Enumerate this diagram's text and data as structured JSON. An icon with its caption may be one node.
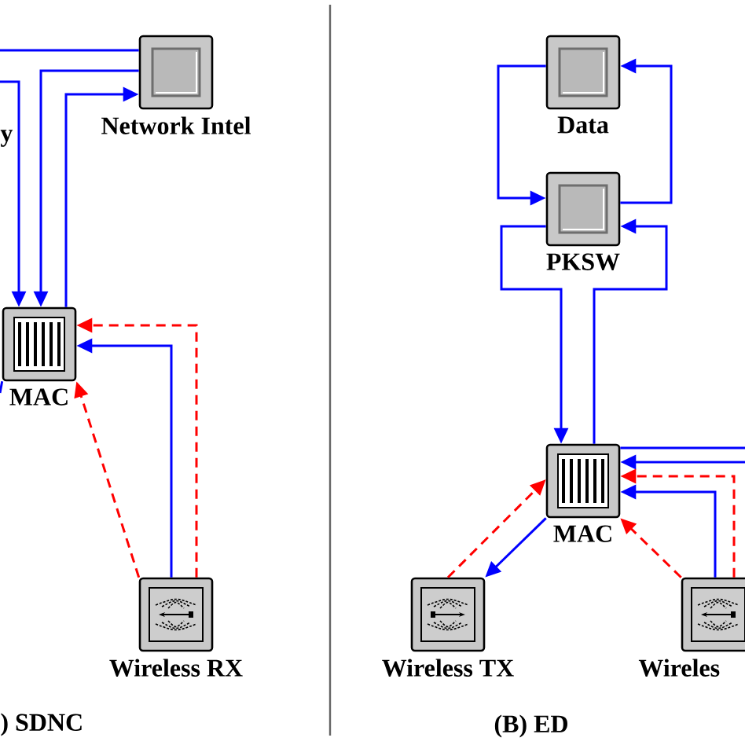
{
  "diagram": {
    "nodes": [
      {
        "text": [
          "Network Intel"
        ]
      },
      {
        "text": [
          "MAC"
        ]
      },
      {
        "text": [
          "Wireless RX"
        ]
      },
      {
        "text": [
          "Data"
        ]
      },
      {
        "text": [
          "PKSW"
        ]
      },
      {
        "text": [
          "MAC"
        ]
      },
      {
        "text": [
          "Wireless TX"
        ]
      },
      {
        "text": [
          "Wireles"
        ]
      }
    ],
    "edges": [
      {
        "from": 0,
        "to": null,
        "arrow": "none"
      },
      {
        "from": null,
        "to": 1,
        "arrow": "to"
      },
      {
        "from": 0,
        "to": 1,
        "arrow": "to"
      },
      {
        "from": 1,
        "to": 0,
        "arrow": "to"
      },
      {
        "from": 2,
        "to": 1,
        "arrow": "to",
        "style": "dashed",
        "color": "#ff0000"
      },
      {
        "from": 2,
        "to": 1,
        "arrow": "to"
      },
      {
        "from": 2,
        "to": 1,
        "arrow": "to",
        "style": "dashed",
        "color": "#ff0000"
      },
      {
        "from": 1,
        "to": null,
        "arrow": "none"
      },
      {
        "from": 3,
        "to": 4,
        "arrow": "to"
      },
      {
        "from": 4,
        "to": 3,
        "arrow": "to"
      },
      {
        "from": 4,
        "to": 5,
        "arrow": "to"
      },
      {
        "from": 5,
        "to": 4,
        "arrow": "to"
      },
      {
        "from": 5,
        "to": null,
        "arrow": "none"
      },
      {
        "from": null,
        "to": 5,
        "arrow": "to"
      },
      {
        "from": 7,
        "to": 5,
        "arrow": "to",
        "style": "dashed",
        "color": "#ff0000"
      },
      {
        "from": 7,
        "to": 5,
        "arrow": "to"
      },
      {
        "from": 7,
        "to": 5,
        "arrow": "to",
        "style": "dashed",
        "color": "#ff0000"
      },
      {
        "from": 6,
        "to": 5,
        "arrow": "to",
        "style": "dashed",
        "color": "#ff0000"
      },
      {
        "from": 5,
        "to": 6,
        "arrow": "to"
      }
    ],
    "labels": [
      "y",
      ") SDNC",
      "(B) ED"
    ]
  }
}
